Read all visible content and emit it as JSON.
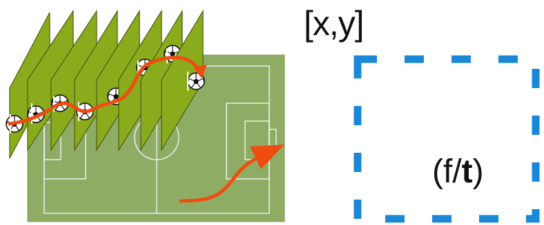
{
  "coordinate_label": "[x,y]",
  "function_label": {
    "open": "(f/",
    "bold": "t",
    "close": ")"
  },
  "colors": {
    "pitch_fill": "#8fac64",
    "pitch_line": "#f3f3f3",
    "frame_fill": "#8aac1c",
    "frame_stroke": "#4a5a14",
    "trajectory": "#ef4d10",
    "dashed_box": "#1a88d6",
    "text": "#111111"
  },
  "icons": {
    "pitch": "soccer-pitch-overhead",
    "frames": "stacked-video-frames",
    "ball": "soccer-ball-icon",
    "trajectory": "trajectory-arrow",
    "box": "dashed-box"
  },
  "frame_count": 8
}
